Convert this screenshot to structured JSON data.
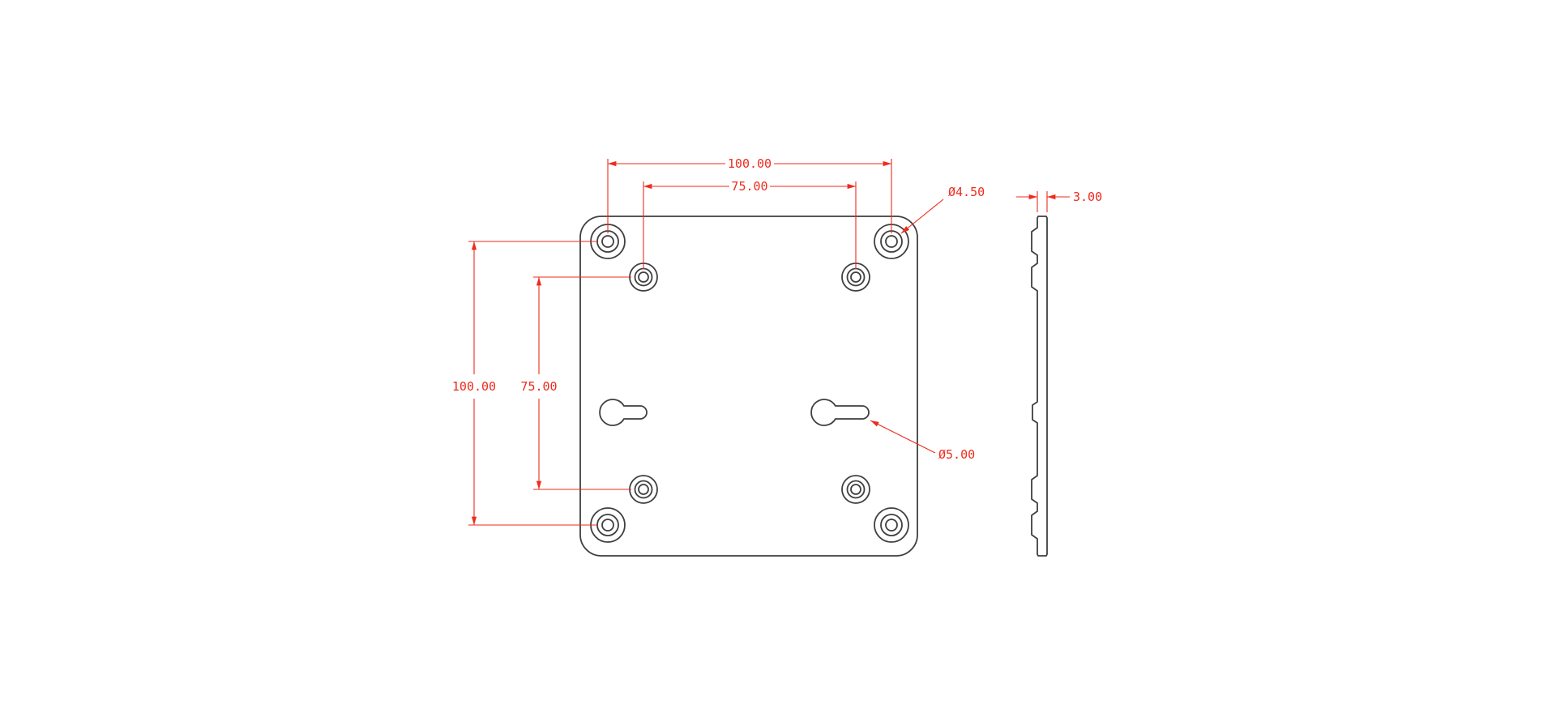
{
  "colors": {
    "bg": "#ffffff",
    "geo": "#3f3f3f",
    "dim": "#ee2b1e"
  },
  "dimensions": {
    "outer_width": "100.00",
    "inner_width": "75.00",
    "outer_height": "100.00",
    "inner_height": "75.00",
    "corner_hole_diameter": "Ø4.50",
    "keyhole_diameter": "Ø5.00",
    "thickness": "3.00"
  }
}
